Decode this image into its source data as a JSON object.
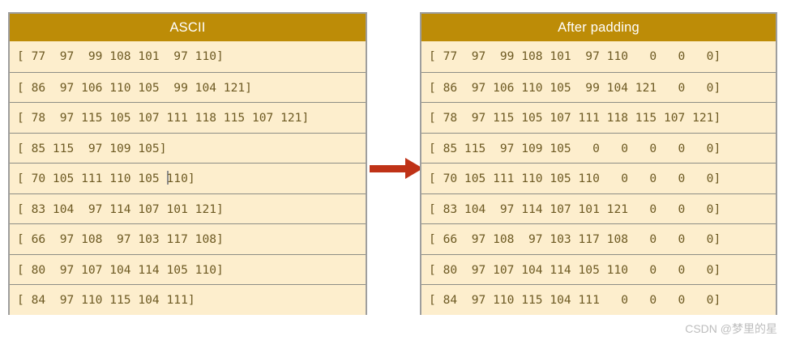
{
  "meta": {
    "colors": {
      "header_bg": "#bd8c07",
      "header_text": "#ffffff",
      "row_bg": "#fdeecd",
      "row_text": "#6d5a23",
      "panel_border": "#9e9e9e",
      "row_border": "#8d8d85",
      "arrow": "#bf3217",
      "watermark": "#bdbdbd"
    }
  },
  "left_table": {
    "header": "ASCII",
    "rows": [
      "[ 77  97  99 108 101  97 110]",
      "[ 86  97 106 110 105  99 104 121]",
      "[ 78  97 115 105 107 111 118 115 107 121]",
      "[ 85 115  97 109 105]",
      "[ 70 105 111 110 105 ",
      "[ 83 104  97 114 107 101 121]",
      "[ 66  97 108  97 103 117 108]",
      "[ 80  97 107 104 114 105 110]",
      "[ 84  97 110 115 104 111]"
    ],
    "caret_row_index": 4,
    "caret_row_suffix": "110]"
  },
  "right_table": {
    "header": "After padding",
    "rows": [
      "[ 77  97  99 108 101  97 110   0   0   0]",
      "[ 86  97 106 110 105  99 104 121   0   0]",
      "[ 78  97 115 105 107 111 118 115 107 121]",
      "[ 85 115  97 109 105   0   0   0   0   0]",
      "[ 70 105 111 110 105 110   0   0   0   0]",
      "[ 83 104  97 114 107 101 121   0   0   0]",
      "[ 66  97 108  97 103 117 108   0   0   0]",
      "[ 80  97 107 104 114 105 110   0   0   0]",
      "[ 84  97 110 115 104 111   0   0   0   0]"
    ]
  },
  "arrow": {
    "icon": "right-arrow-icon",
    "direction": "right"
  },
  "watermark": {
    "text": "CSDN @梦里的星"
  }
}
